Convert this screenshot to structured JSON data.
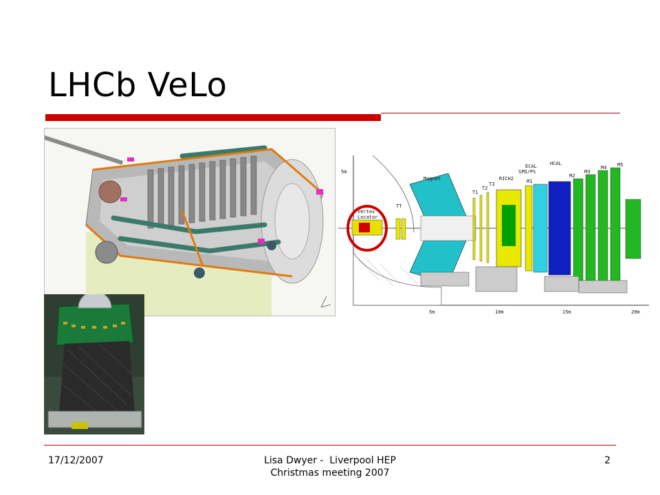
{
  "slide": {
    "title": "LHCb VeLo"
  },
  "layout_labels": {
    "magnet": "Magnet",
    "ecal": "ECAL",
    "hcal": "HCAL",
    "spd_ps": "SPD/PS",
    "rich2": "RICH2",
    "m1": "M1",
    "m2": "M2",
    "m3": "M3",
    "m4": "M4",
    "m5": "M5",
    "t1": "T1",
    "t2": "T2",
    "t3": "T3",
    "tt": "TT",
    "vertex": "Vertex",
    "locator": "Locator",
    "y5m": "5m",
    "x5m": "5m",
    "x10m": "10m",
    "x15m": "15m",
    "x20m": "20m"
  },
  "footer": {
    "date": "17/12/2007",
    "line1": "Lisa Dwyer -  Liverpool HEP",
    "line2": "Christmas meeting 2007",
    "page": "2"
  },
  "colors": {
    "accent_red": "#cc0000",
    "magnet_cyan": "#22c0c8",
    "muon_green": "#22b822",
    "hcal_blue": "#1020c0",
    "ecal_cyan": "#30d0e0",
    "rich_yellow": "#e8e800"
  }
}
